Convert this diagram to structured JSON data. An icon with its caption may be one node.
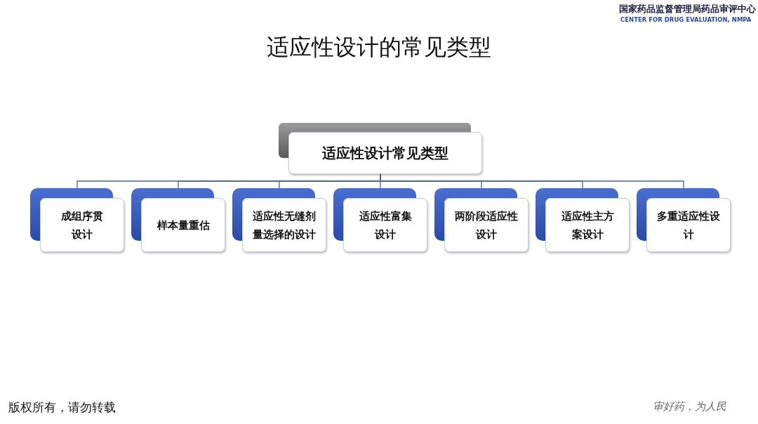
{
  "diagram": {
    "title": "适应性设计的常见类型",
    "nodes": [
      {
        "text": [
          "适应性设计常见类型"
        ]
      },
      {
        "text": [
          "成组序贯设计"
        ]
      },
      {
        "text": [
          "样本量重估"
        ]
      },
      {
        "text": [
          "适应性无缝剂量选择的设计"
        ]
      },
      {
        "text": [
          "适应性富集设计"
        ]
      },
      {
        "text": [
          "两阶段适应性设计"
        ]
      },
      {
        "text": [
          "适应性主方案设计"
        ]
      },
      {
        "text": [
          "多重适应性设计"
        ]
      }
    ],
    "edges": [
      {
        "from": 0,
        "to": 1,
        "arrow": "none"
      },
      {
        "from": 0,
        "to": 2,
        "arrow": "none"
      },
      {
        "from": 0,
        "to": 3,
        "arrow": "none"
      },
      {
        "from": 0,
        "to": 4,
        "arrow": "none"
      },
      {
        "from": 0,
        "to": 5,
        "arrow": "none"
      },
      {
        "from": 0,
        "to": 6,
        "arrow": "none"
      },
      {
        "from": 0,
        "to": 7,
        "arrow": "none"
      }
    ],
    "labels": [
      "国家药品监督管理局药品审评中心",
      "CENTER FOR DRUG EVALUATION, NMPA",
      "版权所有，请勿转载",
      "审好药，为人民"
    ]
  }
}
